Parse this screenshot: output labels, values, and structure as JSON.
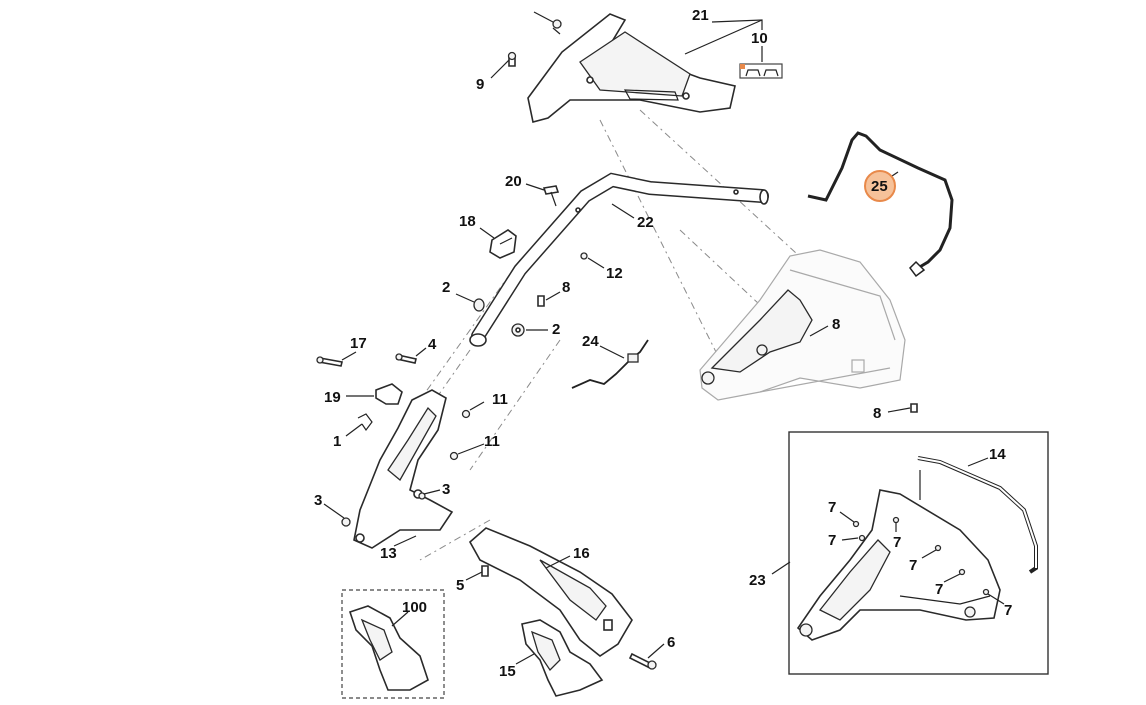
{
  "diagram": {
    "callouts": [
      {
        "id": "c21",
        "text": "21"
      },
      {
        "id": "c10",
        "text": "10"
      },
      {
        "id": "c9",
        "text": "9"
      },
      {
        "id": "c25",
        "text": "25"
      },
      {
        "id": "c20",
        "text": "20"
      },
      {
        "id": "c22",
        "text": "22"
      },
      {
        "id": "c18",
        "text": "18"
      },
      {
        "id": "c12",
        "text": "12"
      },
      {
        "id": "c2a",
        "text": "2"
      },
      {
        "id": "c8a",
        "text": "8"
      },
      {
        "id": "c2b",
        "text": "2"
      },
      {
        "id": "c8b",
        "text": "8"
      },
      {
        "id": "c24",
        "text": "24"
      },
      {
        "id": "c17",
        "text": "17"
      },
      {
        "id": "c4",
        "text": "4"
      },
      {
        "id": "c19",
        "text": "19"
      },
      {
        "id": "c11a",
        "text": "11"
      },
      {
        "id": "c1",
        "text": "1"
      },
      {
        "id": "c11b",
        "text": "11"
      },
      {
        "id": "c8c",
        "text": "8"
      },
      {
        "id": "c3a",
        "text": "3"
      },
      {
        "id": "c3b",
        "text": "3"
      },
      {
        "id": "c13",
        "text": "13"
      },
      {
        "id": "c16",
        "text": "16"
      },
      {
        "id": "c5",
        "text": "5"
      },
      {
        "id": "c100",
        "text": "100"
      },
      {
        "id": "c6",
        "text": "6"
      },
      {
        "id": "c15",
        "text": "15"
      },
      {
        "id": "c14",
        "text": "14"
      },
      {
        "id": "c7a",
        "text": "7"
      },
      {
        "id": "c7b",
        "text": "7"
      },
      {
        "id": "c7c",
        "text": "7"
      },
      {
        "id": "c7d",
        "text": "7"
      },
      {
        "id": "c7e",
        "text": "7"
      },
      {
        "id": "c7f",
        "text": "7"
      },
      {
        "id": "c23",
        "text": "23"
      }
    ],
    "highlighted_part": "25",
    "colors": {
      "highlight_fill": "#f6c29a",
      "highlight_stroke": "#e8894a",
      "line": "#222222",
      "faint_line": "#a9a9a9"
    }
  }
}
